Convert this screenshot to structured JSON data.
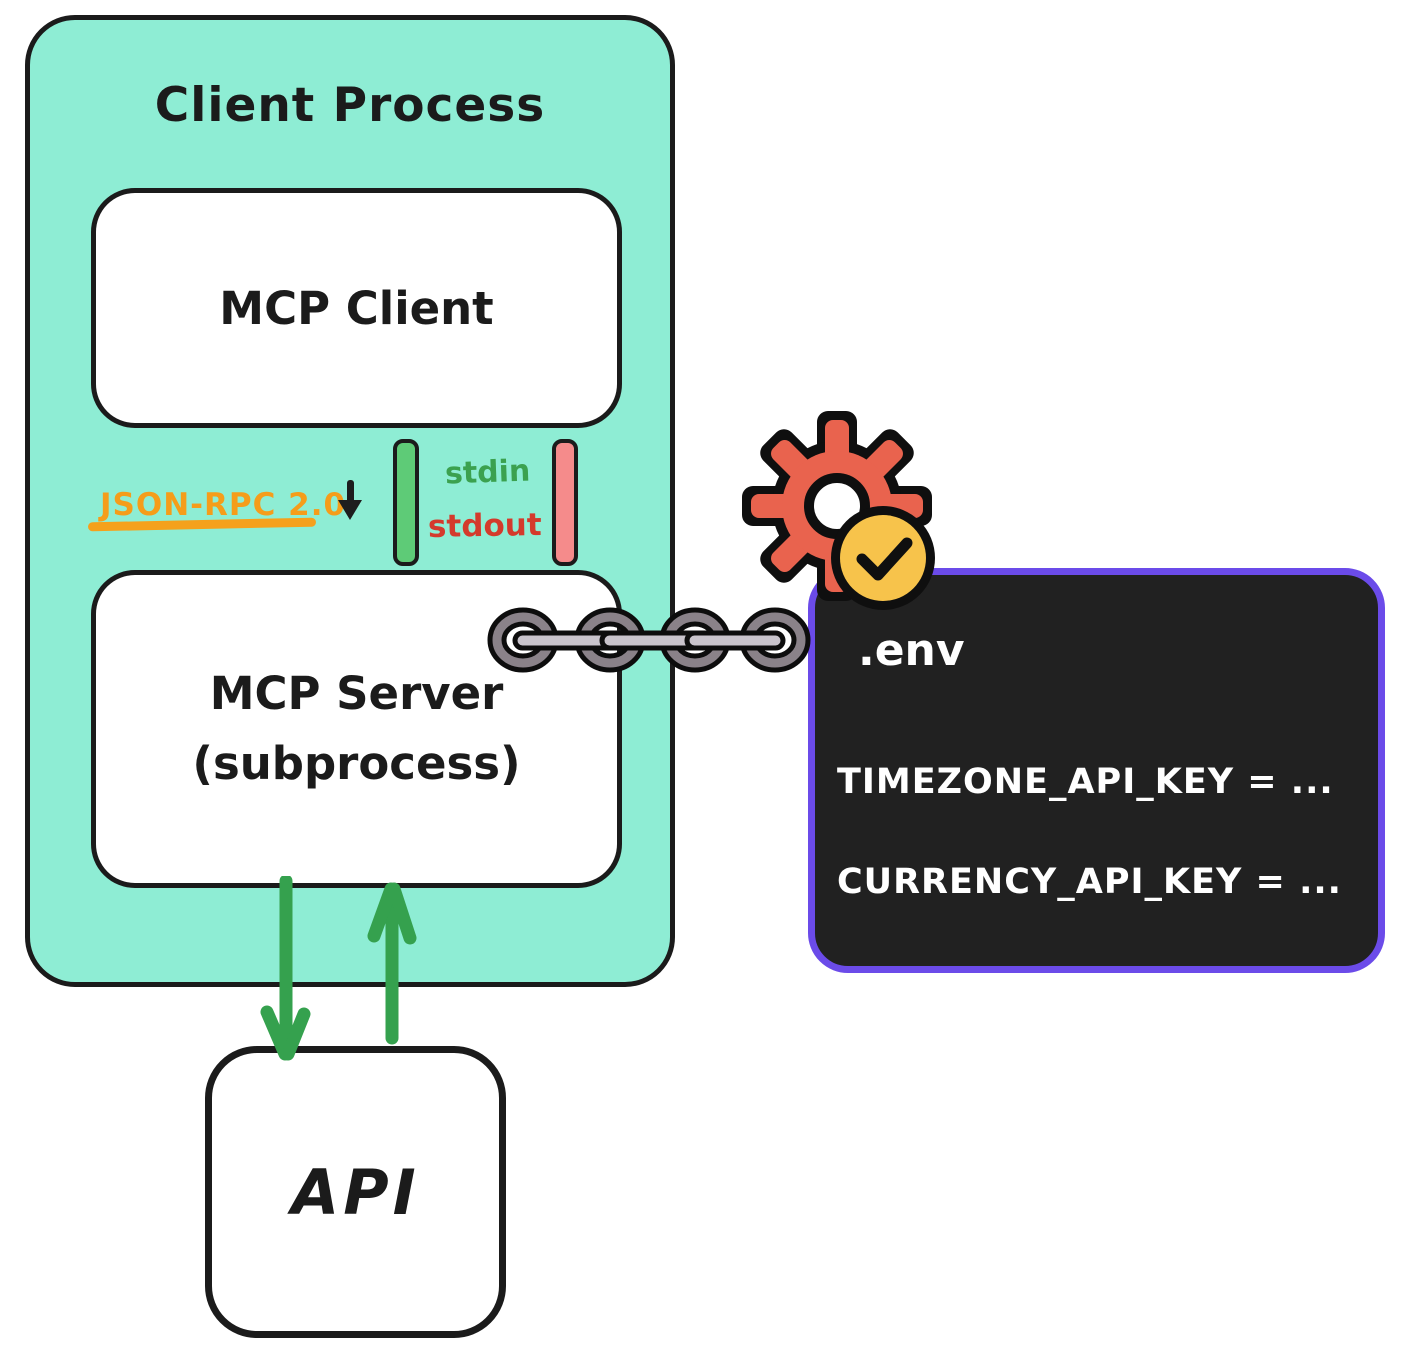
{
  "client_process": {
    "title": "Client Process",
    "mcp_client_label": "MCP Client",
    "transport": {
      "protocol_label": "JSON-RPC 2.0",
      "stdin_label": "stdin",
      "stdout_label": "stdout"
    },
    "mcp_server": {
      "line1": "MCP Server",
      "line2": "(subprocess)"
    }
  },
  "api_label": "API",
  "env_file": {
    "filename": ".env",
    "entries": [
      "TIMEZONE_API_KEY = ...",
      "CURRENCY_API_KEY = ..."
    ]
  },
  "icons": {
    "gear": "gear-icon",
    "check_badge": "check-badge-icon",
    "chain": "chain-link-icon",
    "protocol_arrow": "down-arrow-icon",
    "request_arrow": "request-arrow-icon",
    "response_arrow": "response-arrow-icon"
  },
  "colors": {
    "client_process_fill": "#8EEDD4",
    "outline": "#1b1b1b",
    "protocol_accent": "#F59D1A",
    "stdin_green": "#3BA14F",
    "stdout_red": "#D43A2C",
    "pipe_green": "#5ECB77",
    "pipe_pink": "#F58B8B",
    "arrow_green": "#35A14E",
    "gear_coral": "#E9634E",
    "badge_yellow": "#F7C34B",
    "chain_gray": "#8A8289",
    "env_bg": "#212121",
    "env_border": "#6B4BE9"
  }
}
